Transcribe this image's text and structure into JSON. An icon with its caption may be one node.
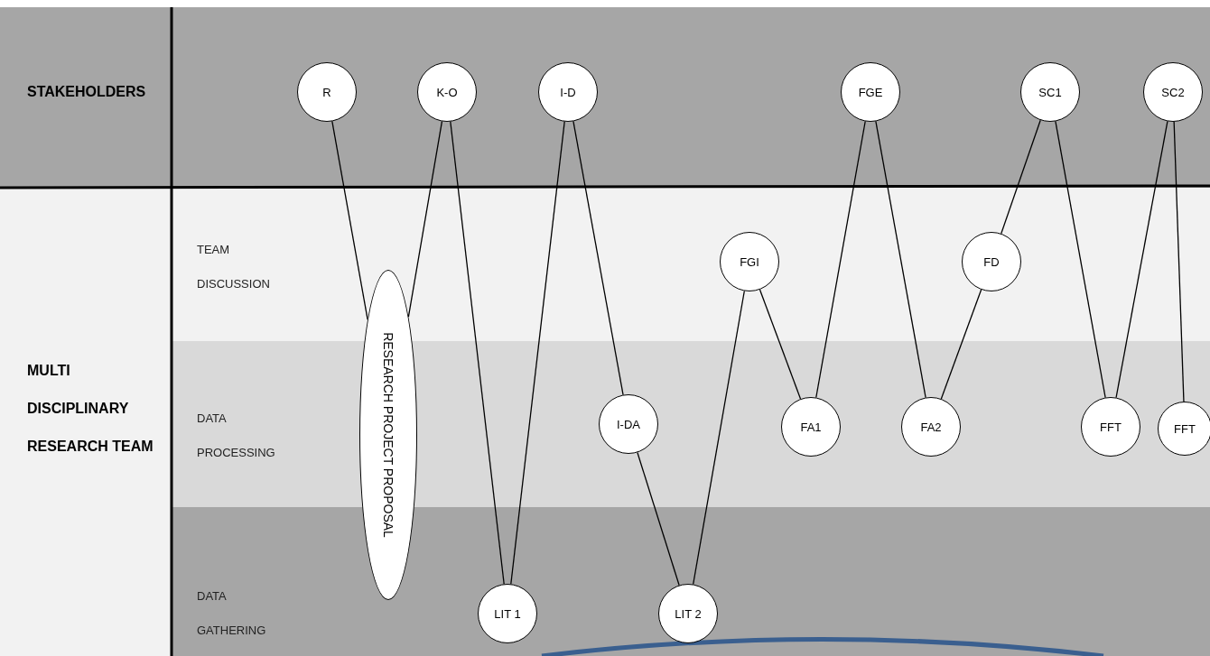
{
  "diagram": {
    "nodes": [
      {
        "text": [
          "R"
        ]
      },
      {
        "text": [
          "K-O"
        ]
      },
      {
        "text": [
          "I-D"
        ]
      },
      {
        "text": [
          "FGE"
        ]
      },
      {
        "text": [
          "SC1"
        ]
      },
      {
        "text": [
          "SC2"
        ]
      },
      {
        "text": [
          "FGI"
        ]
      },
      {
        "text": [
          "FD"
        ]
      },
      {
        "text": [
          "RESEARCH PROJECT PROPOSAL"
        ]
      },
      {
        "text": [
          "I-DA"
        ]
      },
      {
        "text": [
          "FA1"
        ]
      },
      {
        "text": [
          "FA2"
        ]
      },
      {
        "text": [
          "FFT"
        ]
      },
      {
        "text": [
          "FFT"
        ]
      },
      {
        "text": [
          "LIT 1"
        ]
      },
      {
        "text": [
          "LIT 2"
        ]
      }
    ],
    "edges": [
      {
        "from": 0,
        "to": 8,
        "arrow": "none"
      },
      {
        "from": 1,
        "to": 8,
        "arrow": "none"
      },
      {
        "from": 1,
        "to": 14,
        "arrow": "none"
      },
      {
        "from": 14,
        "to": 2,
        "arrow": "none"
      },
      {
        "from": 2,
        "to": 9,
        "arrow": "none"
      },
      {
        "from": 9,
        "to": 15,
        "arrow": "none"
      },
      {
        "from": 15,
        "to": 6,
        "arrow": "none"
      },
      {
        "from": 6,
        "to": 10,
        "arrow": "none"
      },
      {
        "from": 10,
        "to": 3,
        "arrow": "none"
      },
      {
        "from": 3,
        "to": 11,
        "arrow": "none"
      },
      {
        "from": 11,
        "to": 7,
        "arrow": "none"
      },
      {
        "from": 7,
        "to": 4,
        "arrow": "none"
      },
      {
        "from": 4,
        "to": 12,
        "arrow": "none"
      },
      {
        "from": 12,
        "to": 5,
        "arrow": "none"
      },
      {
        "from": 5,
        "to": 13,
        "arrow": "none"
      }
    ],
    "labels": [
      "STAKEHOLDERS",
      "MULTI DISCIPLINARY RESEARCH TEAM",
      "TEAM DISCUSSION",
      "DATA PROCESSING",
      "DATA GATHERING"
    ]
  }
}
